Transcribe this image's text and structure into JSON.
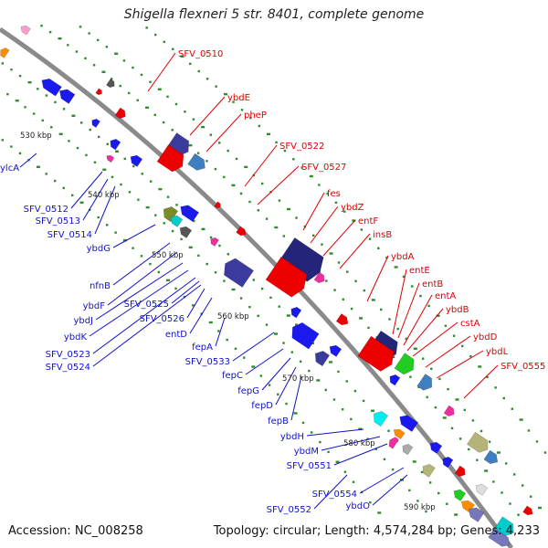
{
  "title": "Shigella flexneri 5 str. 8401, complete genome",
  "footer": {
    "accession_label": "Accession:",
    "accession": "NC_008258",
    "topology_label": "Topology:",
    "topology": "circular",
    "length_label": "Length:",
    "length": "4,574,284 bp",
    "genes_label": "Genes:",
    "genes": "4,233"
  },
  "colors": {
    "backbone": "#8a8a8a",
    "tick": "#2e8b2e",
    "forward_label": "#dd0000",
    "reverse_label": "#1111cc",
    "scale_label": "#222222"
  },
  "scale_labels": [
    "530 kbp",
    "540 kbp",
    "550 kbp",
    "560 kbp",
    "570 kbp",
    "580 kbp",
    "590 kbp"
  ],
  "forward_labels": [
    "SFV_0510",
    "ybdE",
    "pheP",
    "SFV_0522",
    "SFV_0527",
    "fes",
    "ybdZ",
    "entF",
    "insB",
    "ybdA",
    "entE",
    "entB",
    "entA",
    "ybdB",
    "cstA",
    "ybdD",
    "ybdL",
    "SFV_0555"
  ],
  "reverse_labels": [
    "ylcA",
    "SFV_0512",
    "SFV_0513",
    "SFV_0514",
    "ybdG",
    "nfnB",
    "ybdF",
    "ybdJ",
    "ybdK",
    "SFV_0523",
    "SFV_0524",
    "SFV_0525",
    "SFV_0526",
    "entD",
    "fepA",
    "SFV_0533",
    "fepC",
    "fepG",
    "fepD",
    "fepB",
    "ybdH",
    "ybdM",
    "SFV_0551",
    "SFV_0554",
    "SFV_0552",
    "ybdO"
  ]
}
